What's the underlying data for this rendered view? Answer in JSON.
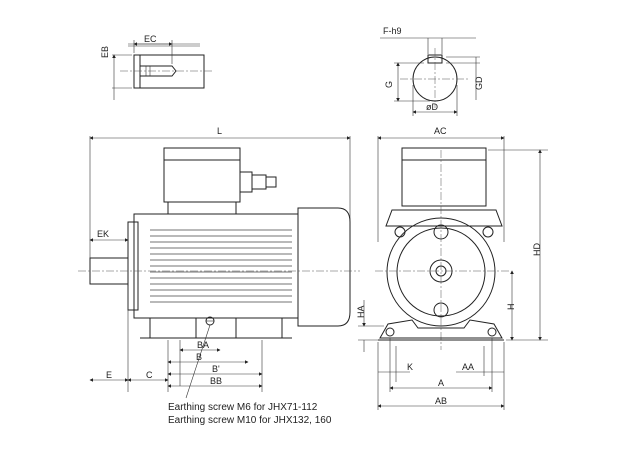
{
  "labels": {
    "eb": "EB",
    "ec": "EC",
    "fh9": "F-h9",
    "g": "G",
    "gd": "GD",
    "od": "øD",
    "l": "L",
    "ek": "EK",
    "ba": "BA",
    "b": "B",
    "bprime": "B'",
    "bb": "BB",
    "e": "E",
    "c": "C",
    "ac": "AC",
    "hd": "HD",
    "ha": "HA",
    "h": "H",
    "k": "K",
    "aa": "AA",
    "a": "A",
    "ab": "AB"
  },
  "notes": {
    "line1": "Earthing screw M6 for JHX71-112",
    "line2": "Earthing screw M10 for JHX132, 160"
  }
}
